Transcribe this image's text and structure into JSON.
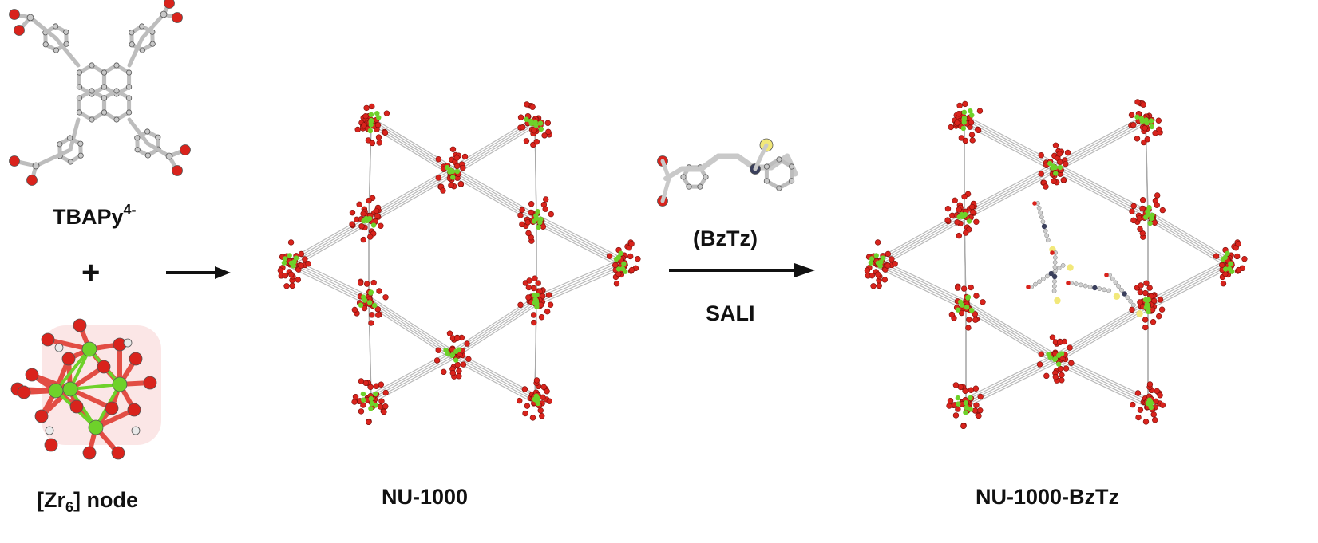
{
  "labels": {
    "linker_name": "TBAPy",
    "linker_charge": "4-",
    "plus": "+",
    "node_prefix": "[Zr",
    "node_sub": "6",
    "node_suffix": "] node",
    "mof_name": "NU-1000",
    "reagent_name": "(BzTz)",
    "method": "SALI",
    "product_name": "NU-1000-BzTz"
  },
  "colors": {
    "oxygen": "#d9231c",
    "zirconium": "#6ed12a",
    "carbon": "#c8c8c8",
    "bond": "#9a9a9a",
    "nitrogen": "#3a3f5c",
    "sulfur": "#f2e87a",
    "arrow": "#111111",
    "hydrogen": "#e9e9e9"
  },
  "icons": {
    "linker_structure": "tbapy-ball-and-stick-molecule",
    "node_structure": "zr6-cluster-polyhedron",
    "mof_structure": "nu-1000-hexagonal-framework",
    "reagent_structure": "bztz-ball-and-stick-molecule",
    "product_structure": "nu-1000-bztz-framework"
  }
}
